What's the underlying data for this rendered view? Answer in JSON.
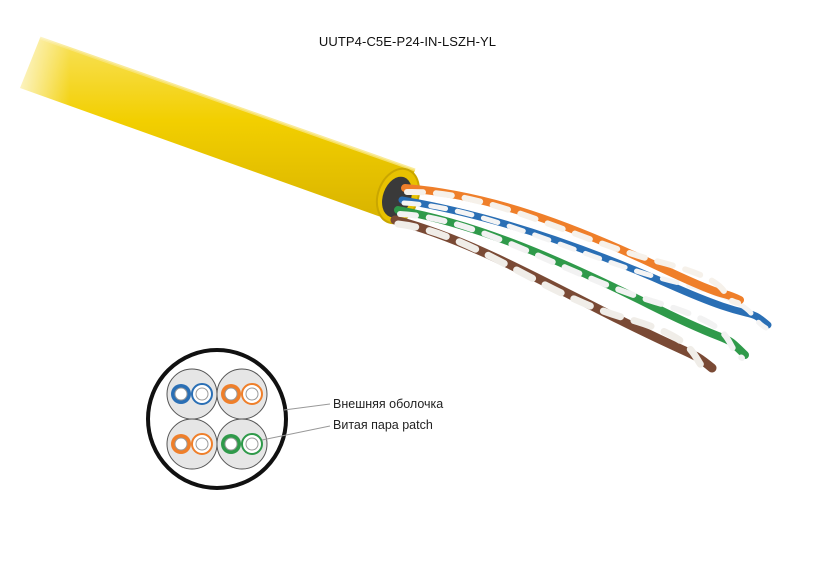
{
  "title": "UUTP4-C5E-P24-IN-LSZH-YL",
  "callouts": {
    "outer_jacket": "Внешняя оболочка",
    "twisted_pair": "Витая пара patch"
  },
  "colors": {
    "jacket": "#f2cf00",
    "jacket_dark": "#d9b400",
    "pair_blue": "#2a6fb5",
    "pair_orange": "#ef7f2a",
    "pair_green": "#2f9a4a",
    "pair_brown": "#7a4a35"
  }
}
